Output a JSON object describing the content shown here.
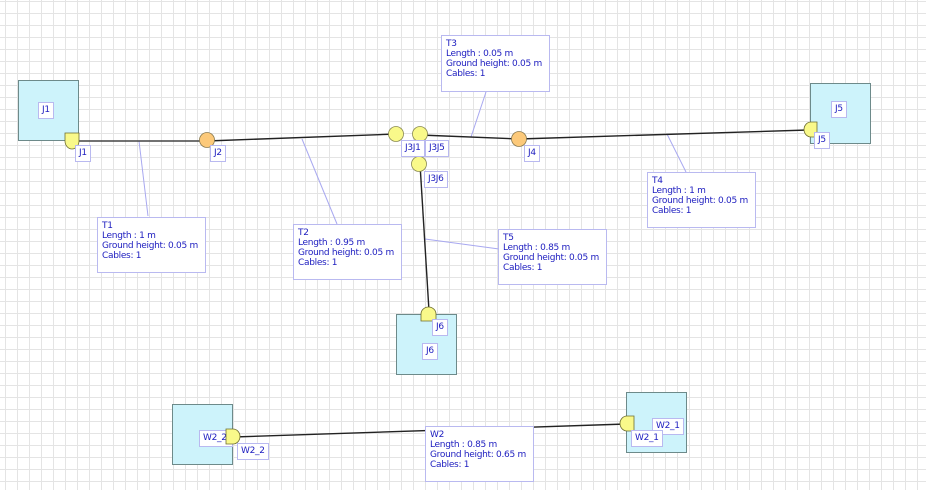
{
  "colors": {
    "box_fill": "#cdf3fb",
    "port_fill": "#f9f98a",
    "junction_fill": "#fcc97a",
    "wire": "#222222",
    "leader": "#a8a8f0",
    "label_text": "#2020c0"
  },
  "boxes": [
    {
      "id": "J1",
      "label": "J1"
    },
    {
      "id": "J5",
      "label": "J5"
    },
    {
      "id": "J6",
      "label": "J6"
    },
    {
      "id": "W2_2",
      "label": "W2_2"
    },
    {
      "id": "W2_1",
      "label": "W2_1"
    }
  ],
  "nodes": [
    {
      "id": "J1",
      "label": "J1",
      "kind": "port"
    },
    {
      "id": "J2",
      "label": "J2",
      "kind": "junction"
    },
    {
      "id": "J3J1",
      "label": "J3J1",
      "kind": "node"
    },
    {
      "id": "J3J5",
      "label": "J3J5",
      "kind": "node"
    },
    {
      "id": "J3J6",
      "label": "J3J6",
      "kind": "node"
    },
    {
      "id": "J4",
      "label": "J4",
      "kind": "junction"
    },
    {
      "id": "J5",
      "label": "J5",
      "kind": "port"
    },
    {
      "id": "J6",
      "label": "J6",
      "kind": "port"
    },
    {
      "id": "W2_2",
      "label": "W2_2",
      "kind": "port"
    },
    {
      "id": "W2_1",
      "label": "W2_1",
      "kind": "port"
    }
  ],
  "segments": [
    {
      "id": "T1",
      "title": "T1",
      "length": "Length : 1 m",
      "ground": "Ground height: 0.05 m",
      "cables": "Cables: 1"
    },
    {
      "id": "T2",
      "title": "T2",
      "length": "Length : 0.95 m",
      "ground": "Ground height: 0.05 m",
      "cables": "Cables: 1"
    },
    {
      "id": "T3",
      "title": "T3",
      "length": "Length : 0.05 m",
      "ground": "Ground height: 0.05 m",
      "cables": "Cables: 1"
    },
    {
      "id": "T4",
      "title": "T4",
      "length": "Length : 1 m",
      "ground": "Ground height: 0.05 m",
      "cables": "Cables: 1"
    },
    {
      "id": "T5",
      "title": "T5",
      "length": "Length : 0.85 m",
      "ground": "Ground height: 0.05 m",
      "cables": "Cables: 1"
    },
    {
      "id": "W2",
      "title": "W2",
      "length": "Length : 0.85 m",
      "ground": "Ground height: 0.65 m",
      "cables": "Cables: 1"
    }
  ]
}
